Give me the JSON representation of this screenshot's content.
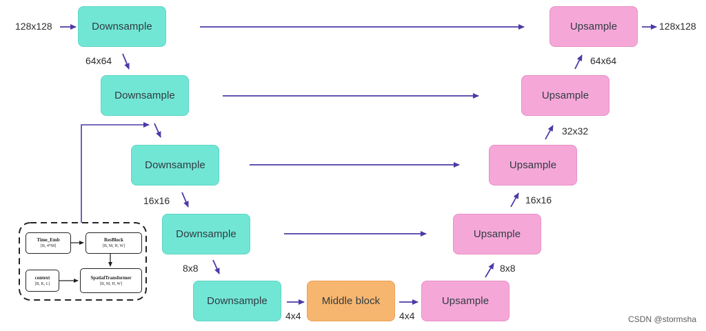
{
  "blocks": {
    "down1": "Downsample",
    "down2": "Downsample",
    "down3": "Downsample",
    "down4": "Downsample",
    "down5": "Downsample",
    "middle": "Middle block",
    "up1": "Upsample",
    "up2": "Upsample",
    "up3": "Upsample",
    "up4": "Upsample",
    "up5": "Upsample"
  },
  "labels": {
    "input": "128x128",
    "output": "128x128",
    "down_64": "64x64",
    "down_16": "16x16",
    "down_8": "8x8",
    "to_middle": "4x4",
    "from_middle": "4x4",
    "up_8": "8x8",
    "up_16": "16x16",
    "up_32": "32x32",
    "up_64": "64x64"
  },
  "conditioning": {
    "time_emb": {
      "title": "Time_Emb",
      "shape": "[B, 4*M]"
    },
    "resblock": {
      "title": "ResBlock",
      "shape": "[B, M, H, W]"
    },
    "context": {
      "title": "context",
      "shape": "[B, K, L]"
    },
    "spatial_transformer": {
      "title": "SpatialTransformer",
      "shape": "[B, M, H, W]"
    }
  },
  "watermark": "CSDN @stormsha",
  "colors": {
    "downsample": "#72e6d4",
    "upsample": "#f5a8d8",
    "middle": "#f7b66f",
    "arrow": "#4b3aa6"
  }
}
